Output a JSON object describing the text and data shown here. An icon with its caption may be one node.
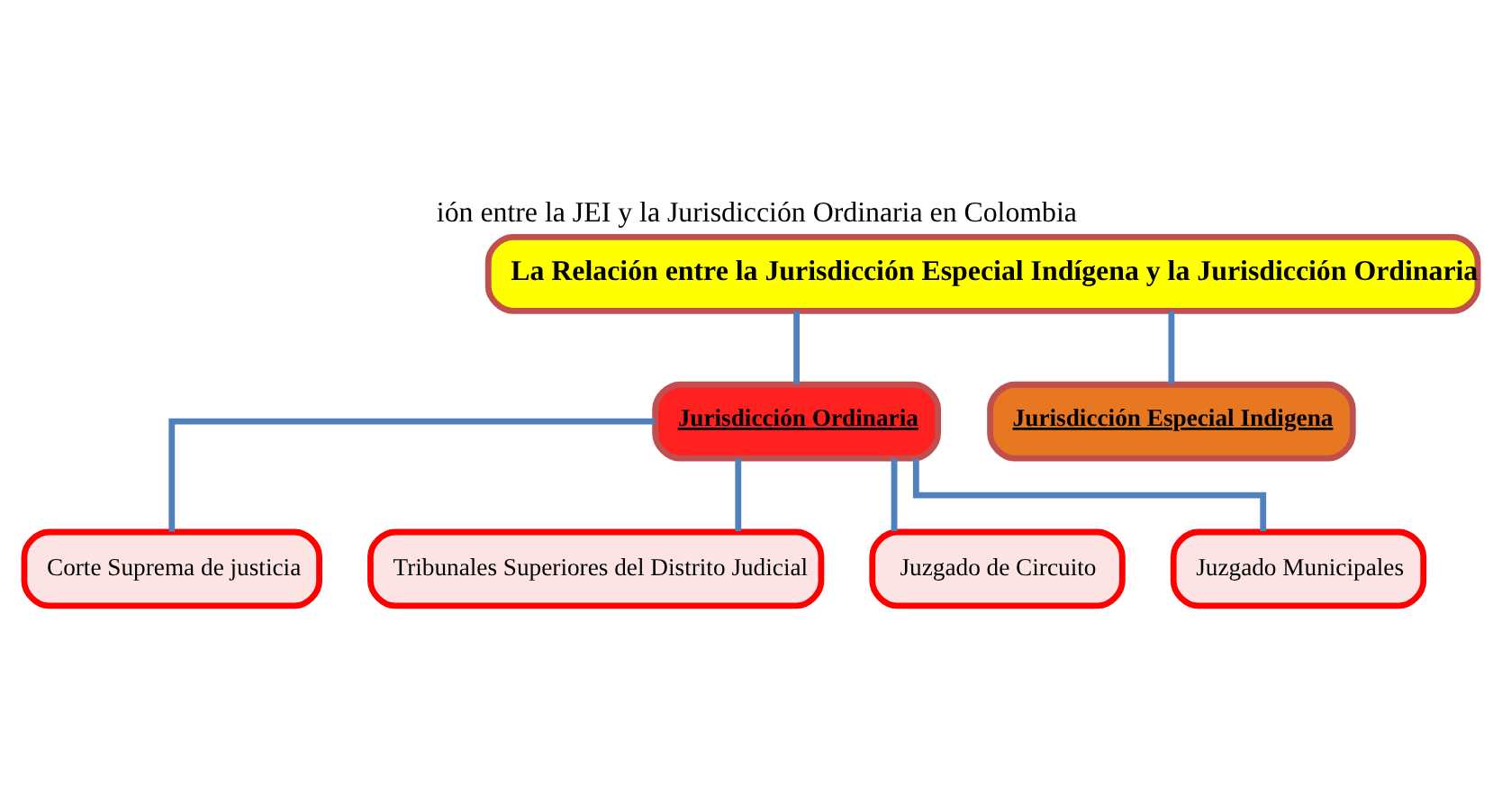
{
  "diagram": {
    "title": "ión entre la JEI y la Jurisdicción Ordinaria en Colombia",
    "nodes": [
      {
        "text": [
          "La Relación entre la Jurisdicción Especial Indígena y la Jurisdicción Ordinaria"
        ]
      },
      {
        "text": [
          "Jurisdicción Ordinaria"
        ]
      },
      {
        "text": [
          "Jurisdicción Especial Indigena"
        ]
      },
      {
        "text": [
          "Corte Suprema de justicia"
        ]
      },
      {
        "text": [
          "Tribunales Superiores del Distrito Judicial"
        ]
      },
      {
        "text": [
          "Juzgado de Circuito"
        ]
      },
      {
        "text": [
          "Juzgado Municipales"
        ]
      }
    ],
    "edges": [
      {
        "from": 0,
        "to": 1,
        "arrow": "none"
      },
      {
        "from": 0,
        "to": 2,
        "arrow": "none"
      },
      {
        "from": 1,
        "to": 3,
        "arrow": "none"
      },
      {
        "from": 1,
        "to": 4,
        "arrow": "none"
      },
      {
        "from": 1,
        "to": 5,
        "arrow": "none"
      },
      {
        "from": 1,
        "to": 6,
        "arrow": "none"
      }
    ]
  }
}
